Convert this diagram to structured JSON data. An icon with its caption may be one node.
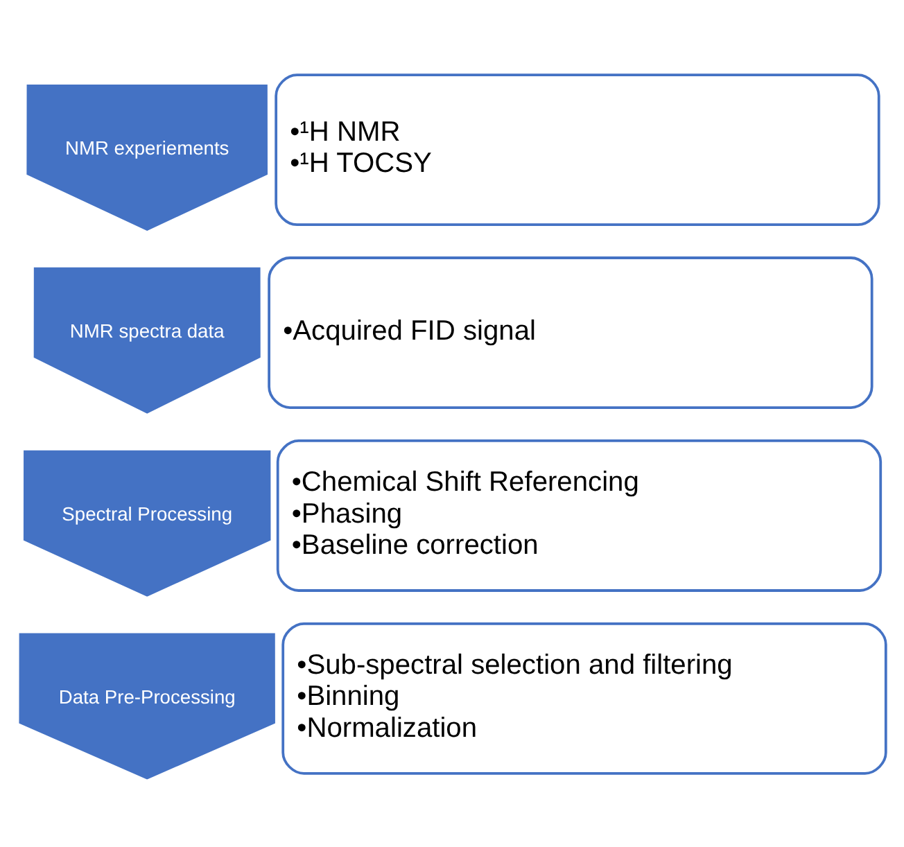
{
  "diagram": {
    "nodes": [
      {
        "text": [
          "NMR experiements"
        ]
      },
      {
        "text": [
          "•¹H NMR",
          "•¹H TOCSY"
        ]
      },
      {
        "text": [
          "NMR spectra data"
        ]
      },
      {
        "text": [
          "•Acquired FID signal"
        ]
      },
      {
        "text": [
          "Spectral Processing"
        ]
      },
      {
        "text": [
          "•Chemical Shift Referencing",
          "•Phasing",
          "•Baseline correction"
        ]
      },
      {
        "text": [
          "Data Pre-Processing"
        ]
      },
      {
        "text": [
          "•Sub-spectral selection and filtering",
          "•Binning",
          "•Normalization"
        ]
      }
    ]
  }
}
